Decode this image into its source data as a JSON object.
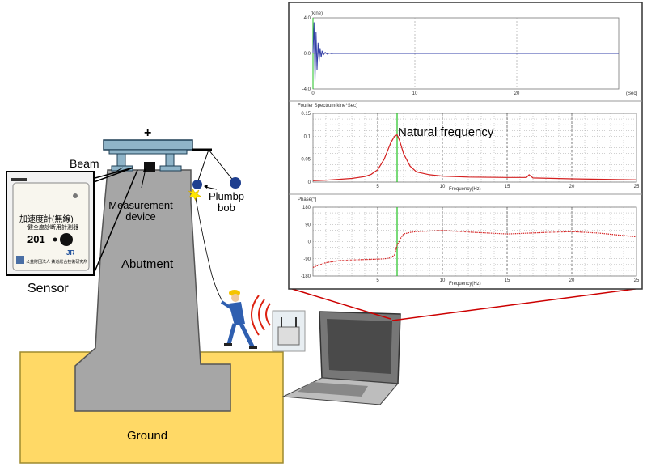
{
  "labels": {
    "plus": "+",
    "beam": "Beam",
    "measurement_device": "Measurement device",
    "plumb_bob": "Plumbp bob",
    "abutment": "Abutment",
    "ground": "Ground",
    "sensor": "Sensor",
    "natural_frequency": "Natural frequency"
  },
  "sensor_device": {
    "line1": "加速度計(無線)",
    "line2": "健全度診断用計測器",
    "model": "201",
    "footer": "公益財団法人 鉄道総合技術研究所",
    "logo": "JR"
  },
  "colors": {
    "ground": "#ffd966",
    "ground_border": "#9e8a2f",
    "abutment": "#a6a6a6",
    "beam": "#8fb4c8",
    "waveform": "#3340a8",
    "spectrum": "#d42020",
    "marker": "#20c020",
    "callout": "#cc0000"
  },
  "chart_data": [
    {
      "type": "line",
      "title": "",
      "ylabel": "(kine)",
      "xlabel": "(Sec)",
      "xlim": [
        0,
        30
      ],
      "ylim": [
        -4.0,
        4.0
      ],
      "y_ticks": [
        "4.0",
        "0.0",
        "-4.0"
      ],
      "x_ticks": [
        "0",
        "10",
        "20"
      ],
      "series": [
        {
          "x": [
            0.0,
            0.1,
            0.2,
            0.3,
            0.4,
            0.5,
            0.6,
            0.7,
            0.8,
            0.9,
            1.0,
            1.2,
            1.4,
            1.6,
            1.8,
            2.0,
            3.0,
            30.0
          ],
          "values": [
            0.0,
            3.5,
            -3.2,
            2.4,
            -1.9,
            1.2,
            -0.9,
            0.6,
            -0.45,
            0.3,
            -0.2,
            0.12,
            -0.08,
            0.05,
            -0.03,
            0.0,
            0.0,
            0.0
          ]
        }
      ]
    },
    {
      "type": "line",
      "title": "Fourier Spectrum(kine*Sec)",
      "xlabel": "Frequency(Hz)",
      "xlim": [
        0,
        25
      ],
      "ylim": [
        0,
        0.15
      ],
      "y_ticks": [
        "0.15",
        "0.1",
        "0.05",
        "0"
      ],
      "x_ticks": [
        "5",
        "10",
        "15",
        "20",
        "25"
      ],
      "marker_x": 6.5,
      "series": [
        {
          "x": [
            0.0,
            1.0,
            2.0,
            3.0,
            4.0,
            4.5,
            5.0,
            5.5,
            6.0,
            6.3,
            6.5,
            6.7,
            7.0,
            7.5,
            8.0,
            9.0,
            10.0,
            12.0,
            15.0,
            16.5,
            16.7,
            17.0,
            20.0,
            25.0
          ],
          "values": [
            0.003,
            0.004,
            0.006,
            0.008,
            0.012,
            0.017,
            0.027,
            0.05,
            0.085,
            0.1,
            0.103,
            0.09,
            0.062,
            0.035,
            0.022,
            0.016,
            0.013,
            0.011,
            0.01,
            0.01,
            0.016,
            0.009,
            0.007,
            0.005
          ]
        }
      ]
    },
    {
      "type": "line",
      "title": "Phase(°)",
      "xlabel": "Frequency(Hz)",
      "xlim": [
        0,
        25
      ],
      "ylim": [
        -180,
        180
      ],
      "y_ticks": [
        "180",
        "90",
        "0",
        "-90",
        "-180"
      ],
      "x_ticks": [
        "5",
        "10",
        "15",
        "20",
        "25"
      ],
      "marker_x": 6.5,
      "series": [
        {
          "x": [
            0.0,
            0.5,
            1.0,
            2.0,
            3.0,
            4.0,
            5.0,
            5.5,
            6.0,
            6.3,
            6.5,
            6.8,
            7.0,
            7.5,
            8.0,
            9.0,
            10.0,
            12.0,
            15.0,
            18.0,
            20.0,
            22.0,
            25.0
          ],
          "values": [
            -135,
            -122,
            -110,
            -100,
            -96,
            -94,
            -92,
            -90,
            -85,
            -70,
            -20,
            20,
            40,
            48,
            52,
            55,
            58,
            50,
            40,
            48,
            52,
            45,
            25
          ]
        }
      ]
    }
  ]
}
